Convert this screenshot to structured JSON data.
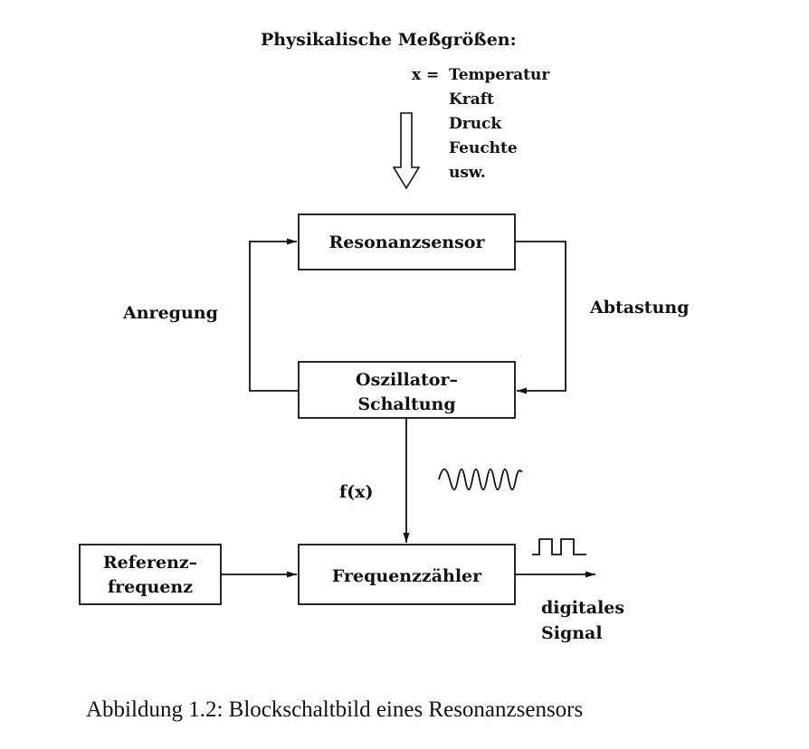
{
  "heading": "Physikalische Meßgrößen:",
  "variable_prefix": "x =",
  "quantities": [
    "Temperatur",
    "Kraft",
    "Druck",
    "Feuchte",
    "usw."
  ],
  "blocks": {
    "resonator": "Resonanzsensor",
    "oscillator_line1": "Oszillator–",
    "oscillator_line2": "Schaltung",
    "counter": "Frequenzzähler",
    "reference_line1": "Referenz–",
    "reference_line2": "frequenz"
  },
  "labels": {
    "excitation": "Anregung",
    "sampling": "Abtastung",
    "frequency": "f(x)",
    "output_line1": "digitales",
    "output_line2": "Signal"
  },
  "caption": "Abbildung 1.2: Blockschaltbild eines Resonanzsensors"
}
